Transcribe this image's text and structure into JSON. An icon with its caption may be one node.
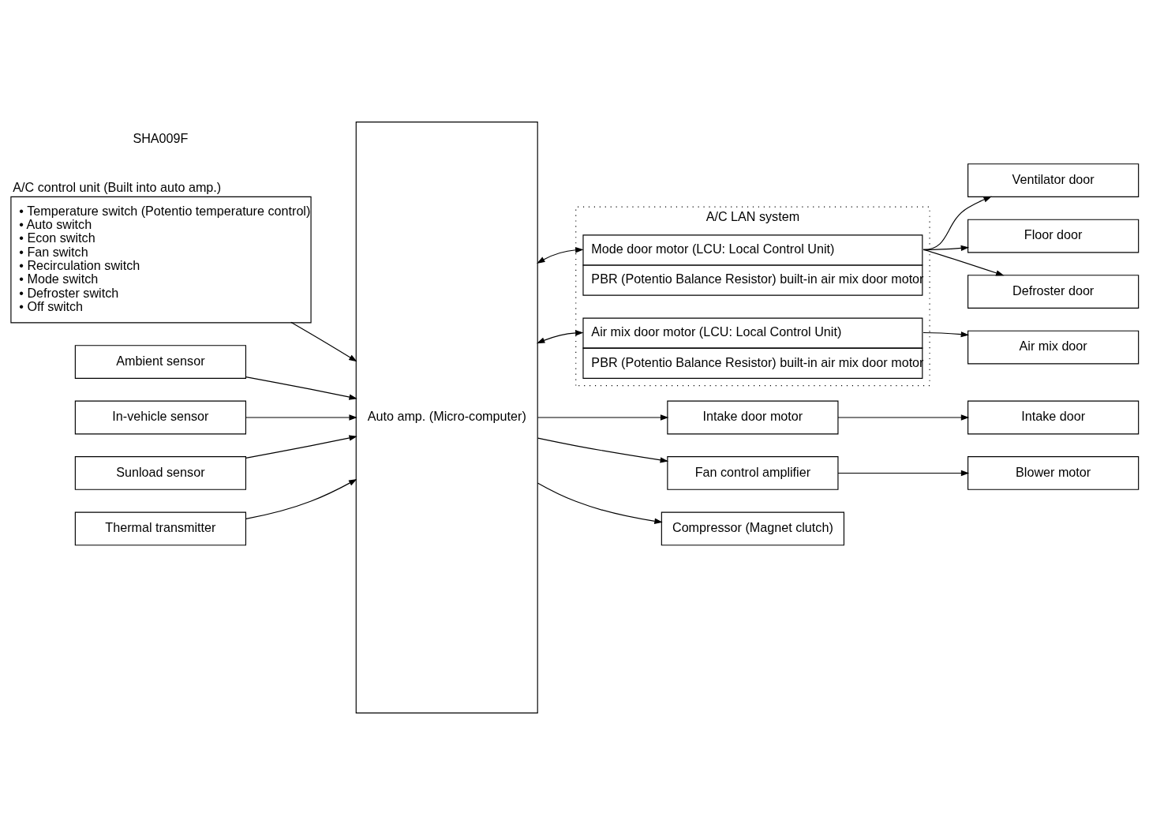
{
  "diagram": {
    "nodes": [
      {
        "text": [
          "A/C control unit (Built into auto amp.)",
          "• Temperature switch (Potentio temperature control)",
          "• Auto switch",
          "• Econ switch",
          "• Fan switch",
          "• Recirculation switch",
          "• Mode switch",
          "• Defroster switch",
          "• Off switch"
        ]
      },
      {
        "text": [
          "Auto amp. (Micro-computer)"
        ]
      },
      {
        "text": [
          "A/C LAN system"
        ]
      },
      {
        "text": [
          "Mode door motor (LCU: Local Control Unit)",
          "PBR (Potentio Balance Resistor) built-in air mix door motor"
        ],
        "in": 2
      },
      {
        "text": [
          "Air mix door motor (LCU: Local Control Unit)",
          "PBR (Potentio Balance Resistor) built-in air mix door motor"
        ],
        "in": 2
      },
      {
        "text": [
          "Ventilator door"
        ]
      },
      {
        "text": [
          "Floor door"
        ]
      },
      {
        "text": [
          "Defroster door"
        ]
      },
      {
        "text": [
          "Air mix door"
        ]
      },
      {
        "text": [
          "Ambient sensor"
        ]
      },
      {
        "text": [
          "In-vehicle sensor"
        ]
      },
      {
        "text": [
          "Sunload sensor"
        ]
      },
      {
        "text": [
          "Thermal transmitter"
        ]
      },
      {
        "text": [
          "Intake door motor"
        ]
      },
      {
        "text": [
          "Intake door"
        ]
      },
      {
        "text": [
          "Fan control amplifier"
        ]
      },
      {
        "text": [
          "Blower motor"
        ]
      },
      {
        "text": [
          "Compressor (Magnet clutch)"
        ]
      }
    ],
    "edges": [
      {
        "from": 0,
        "to": 1,
        "arrow": "to"
      },
      {
        "from": 1,
        "to": 3,
        "arrow": "both"
      },
      {
        "from": 1,
        "to": 4,
        "arrow": "both"
      },
      {
        "from": 3,
        "to": 5,
        "arrow": "to"
      },
      {
        "from": 3,
        "to": 6,
        "arrow": "to"
      },
      {
        "from": 3,
        "to": 7,
        "arrow": "to"
      },
      {
        "from": 4,
        "to": 8,
        "arrow": "to"
      },
      {
        "from": 9,
        "to": 1,
        "arrow": "to"
      },
      {
        "from": 10,
        "to": 1,
        "arrow": "to"
      },
      {
        "from": 11,
        "to": 1,
        "arrow": "to"
      },
      {
        "from": 12,
        "to": 1,
        "arrow": "to"
      },
      {
        "from": 1,
        "to": 13,
        "arrow": "to"
      },
      {
        "from": 13,
        "to": 14,
        "arrow": "to"
      },
      {
        "from": 1,
        "to": 15,
        "arrow": "to"
      },
      {
        "from": 15,
        "to": 16,
        "arrow": "to"
      },
      {
        "from": 1,
        "to": 17,
        "arrow": "to"
      }
    ],
    "labels": [
      "SHA009F"
    ]
  }
}
